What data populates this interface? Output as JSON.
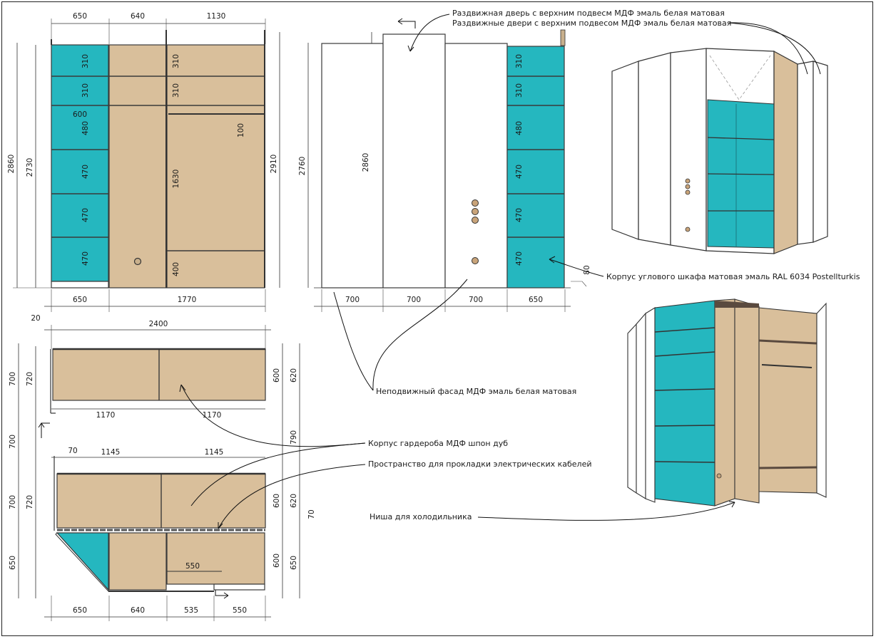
{
  "elevation_left": {
    "top_dims": [
      "650",
      "640",
      "1130"
    ],
    "bottom_dims": [
      "650",
      "1770"
    ],
    "left_dims": [
      "2860",
      "2730"
    ],
    "right_dims": [
      "2910"
    ],
    "shelf_dims_left": [
      "310",
      "310",
      "600",
      "480",
      "470",
      "470",
      "470"
    ],
    "shelf_dims_mid": [
      "310",
      "310",
      "1630",
      "400"
    ],
    "rod_dim": "100"
  },
  "elevation_front": {
    "left_dims": [
      "2760",
      "2860"
    ],
    "bottom_dims": [
      "700",
      "700",
      "700",
      "650"
    ],
    "shelf_dims": [
      "310",
      "310",
      "480",
      "470",
      "470",
      "470"
    ],
    "plinth_dim": "80"
  },
  "plan": {
    "top_dim": "2400",
    "marker_20": "20",
    "upper_dims": [
      "1170",
      "1170"
    ],
    "lower_dims": [
      "1145",
      "1145"
    ],
    "gap_dim": "70",
    "bottom_dims": [
      "650",
      "640",
      "535",
      "550"
    ],
    "inner_dim": "550",
    "left_dims": [
      "700",
      "720",
      "700",
      "700",
      "720",
      "650"
    ],
    "right_dims": [
      "600",
      "620",
      "790",
      "600",
      "620",
      "70",
      "600",
      "650"
    ]
  },
  "annotations": {
    "sliding_door_1": "Раздвижная дверь с верхним подвесм МДФ эмаль белая матовая",
    "sliding_door_2": "Раздвижные двери с верхним подвесом МДФ эмаль белая матовая",
    "corner_body": "Корпус углового шкафа матовая эмаль RAL 6034 Postellturkis",
    "fixed_facade": "Неподвижный фасад МДФ эмаль белая матовая",
    "wardrobe_body": "Корпус гардероба МДФ шпон дуб",
    "cable_space": "Пространство для прокладки электрических кабелей",
    "fridge_niche": "Ниша для холодильника"
  },
  "colors": {
    "turquoise": "#25b7bf",
    "oak": "#d9bf9b",
    "white": "#ffffff",
    "outline": "#3a3a3a"
  }
}
